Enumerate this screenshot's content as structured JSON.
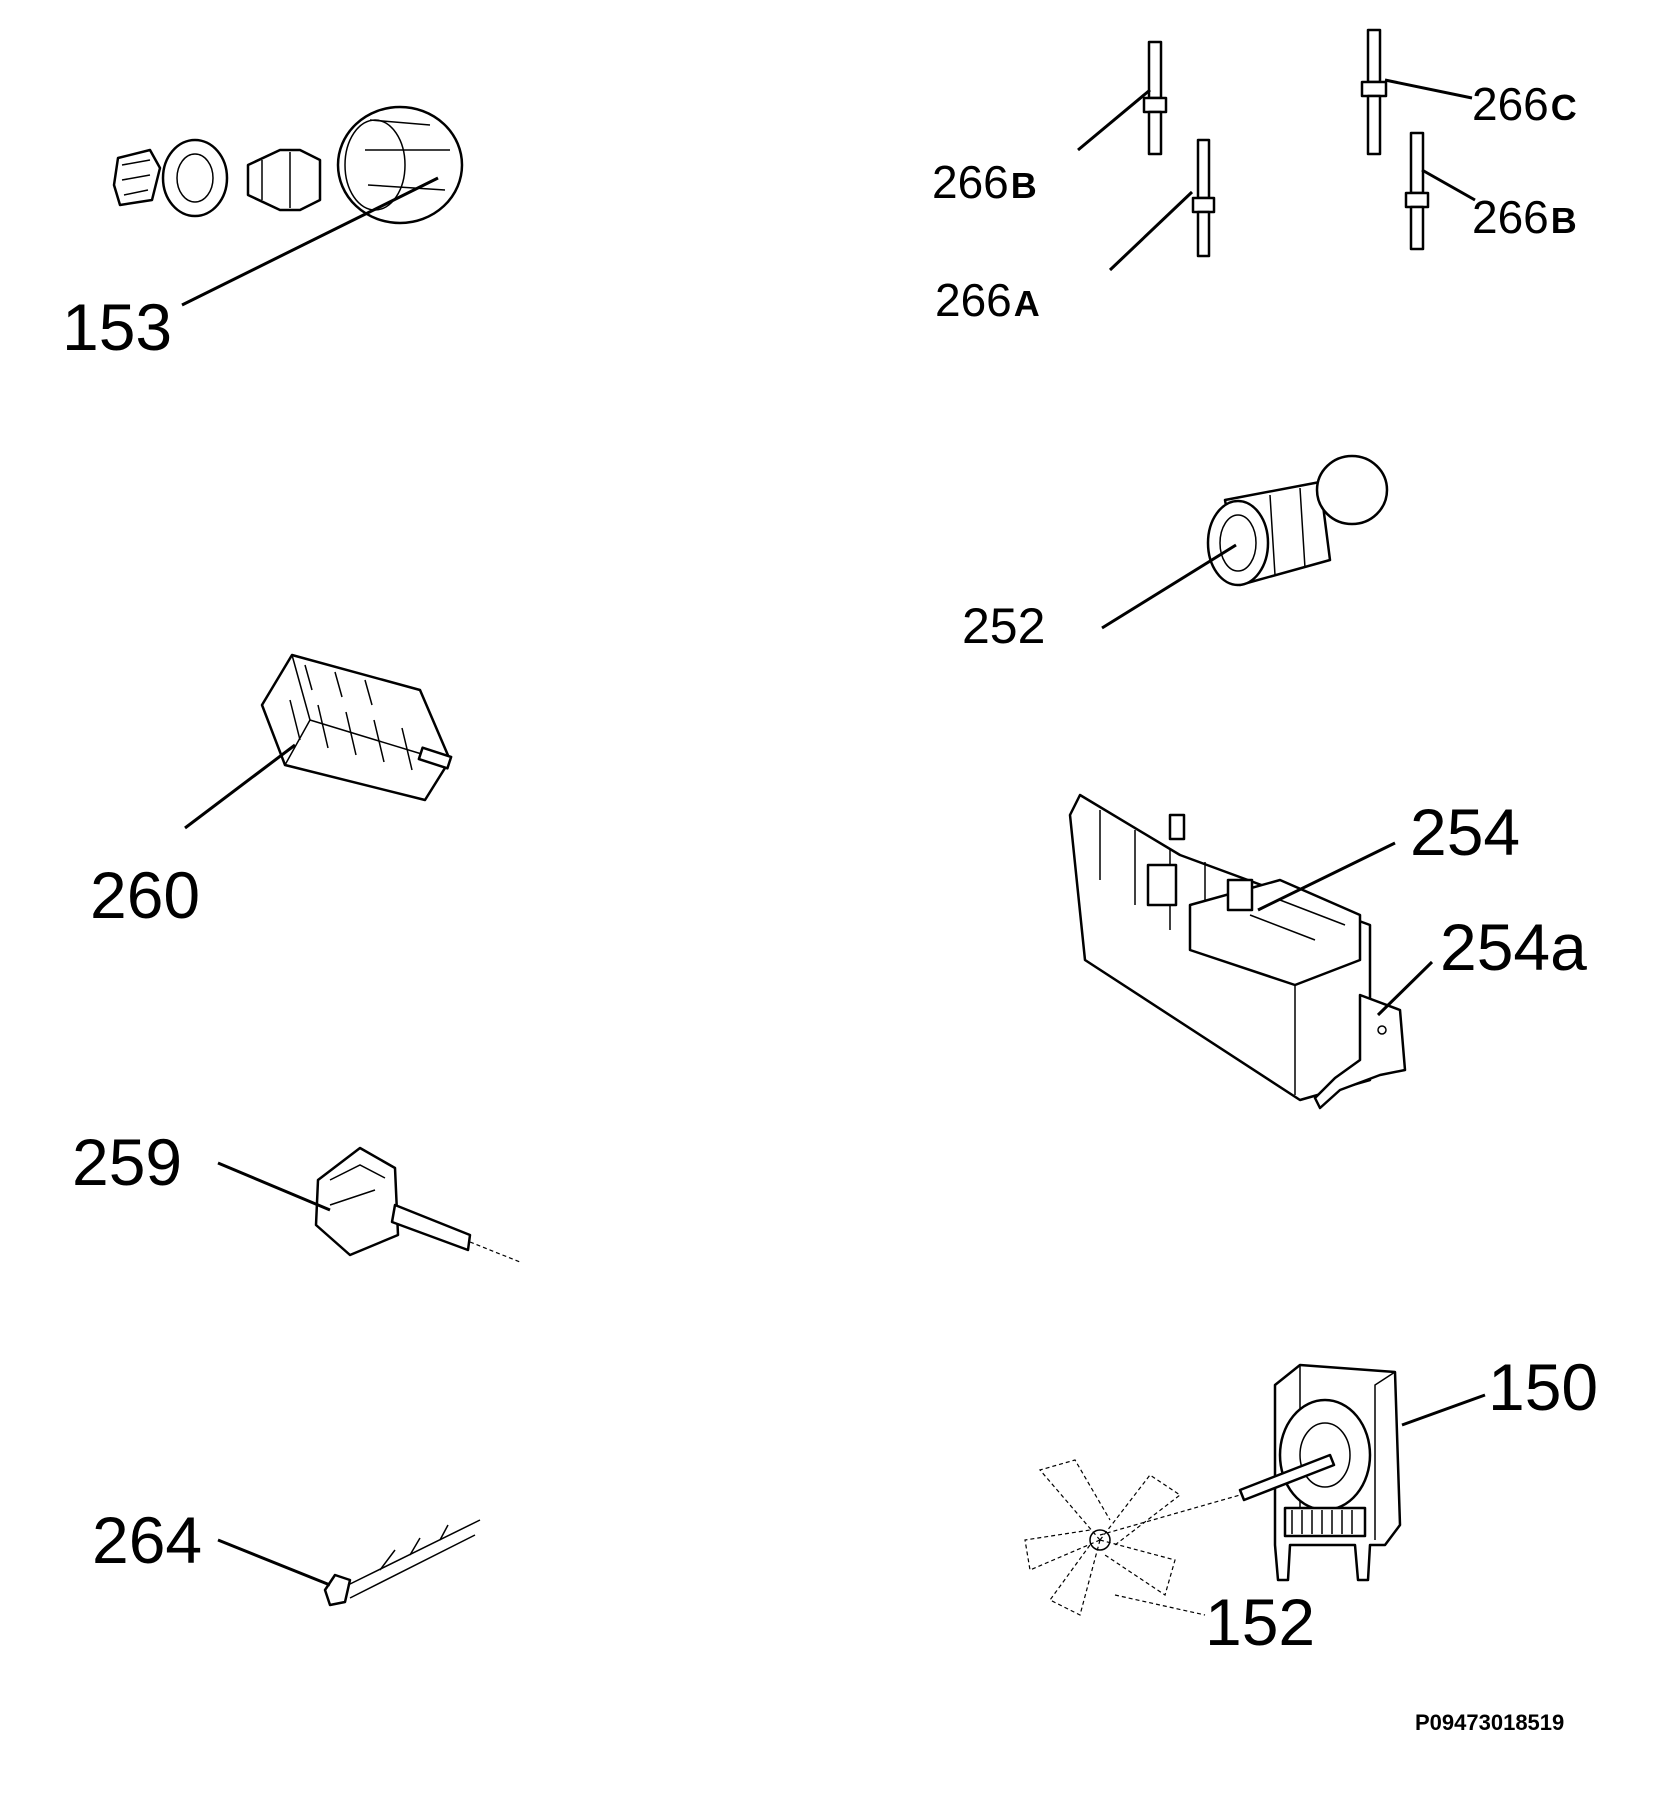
{
  "labels": {
    "l153": "153",
    "l266b_left_num": "266",
    "l266b_left_suf": "B",
    "l266c_num": "266",
    "l266c_suf": "C",
    "l266a_num": "266",
    "l266a_suf": "A",
    "l266b_right_num": "266",
    "l266b_right_suf": "B",
    "l252": "252",
    "l260": "260",
    "l254": "254",
    "l254a": "254a",
    "l259": "259",
    "l150": "150",
    "l264": "264",
    "l152": "152"
  },
  "footer": {
    "drawing_code": "P09473018519"
  }
}
